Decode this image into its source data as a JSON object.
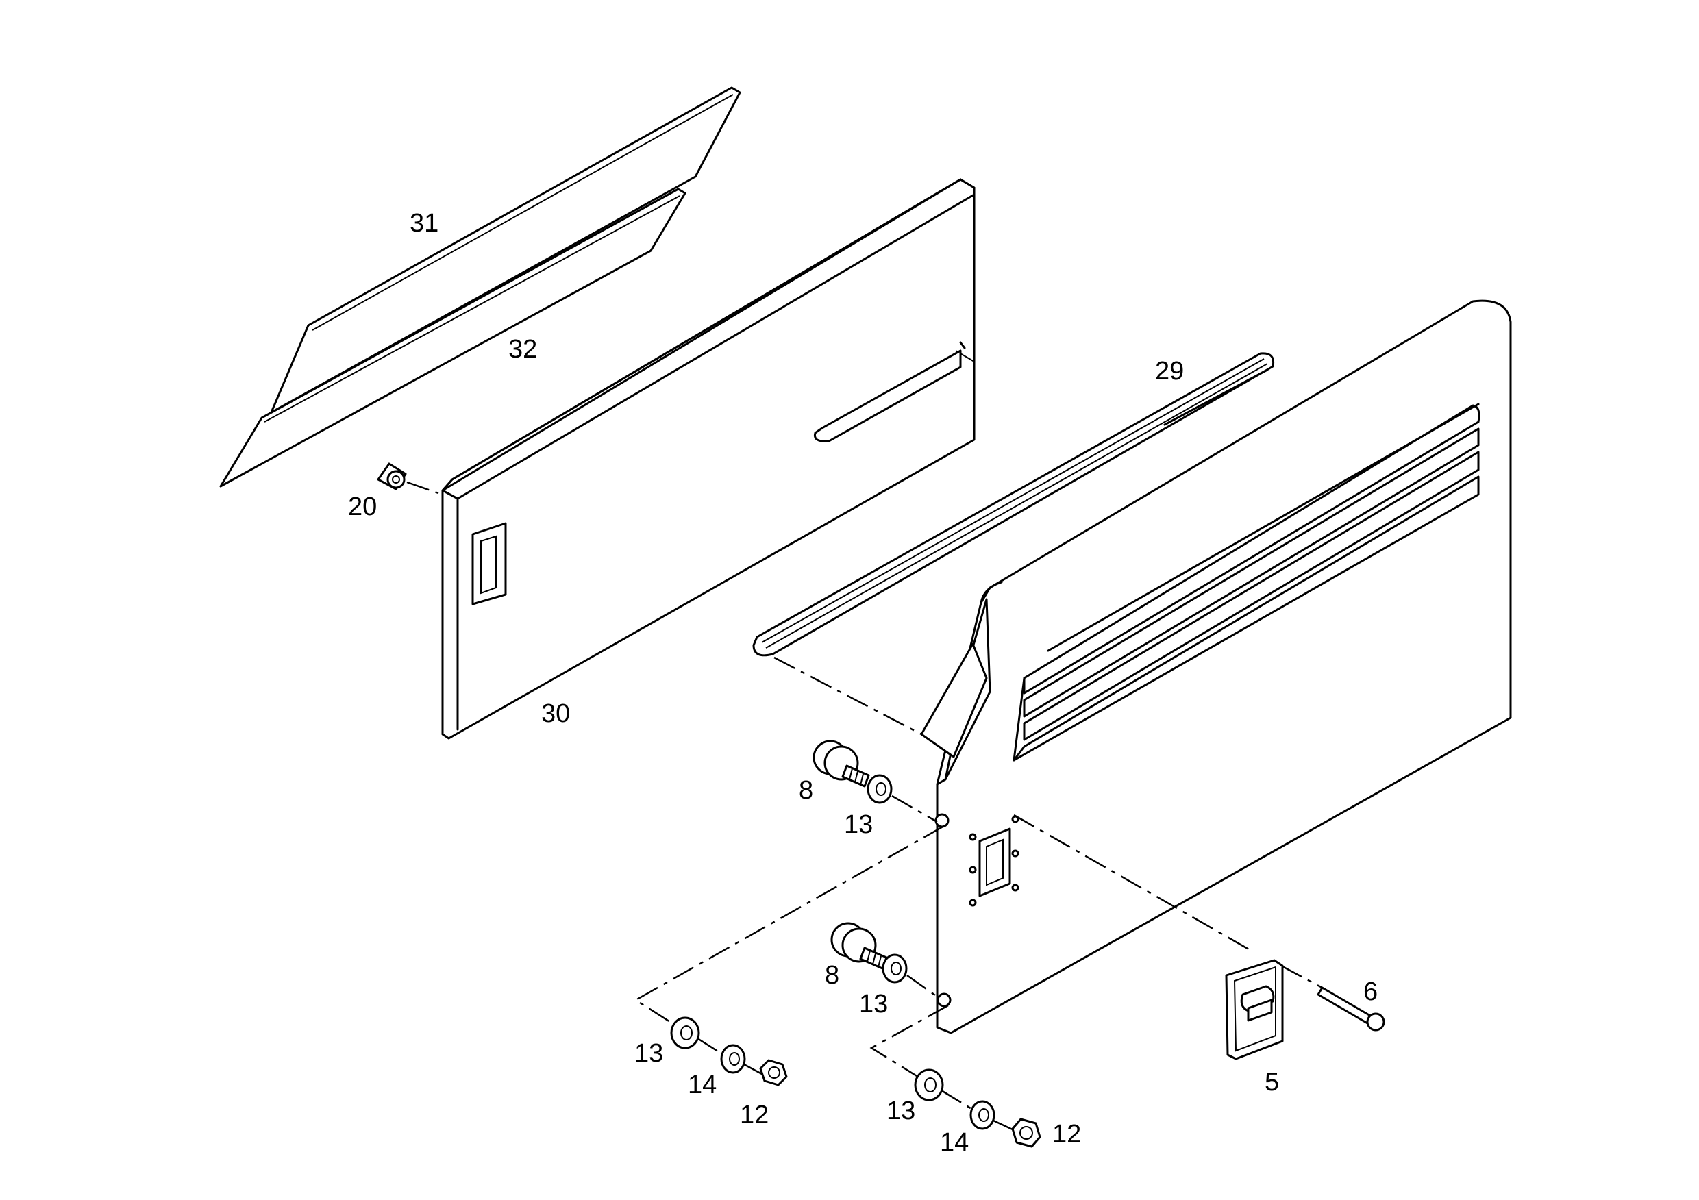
{
  "diagram": {
    "labels": {
      "p31": "31",
      "p32": "32",
      "p30": "30",
      "p20": "20",
      "p29": "29",
      "p8a": "8",
      "p13a": "13",
      "p8b": "8",
      "p13b": "13",
      "p13c": "13",
      "p14a": "14",
      "p12a": "12",
      "p13d": "13",
      "p14b": "14",
      "p12b": "12",
      "p6": "6",
      "p5": "5"
    }
  }
}
